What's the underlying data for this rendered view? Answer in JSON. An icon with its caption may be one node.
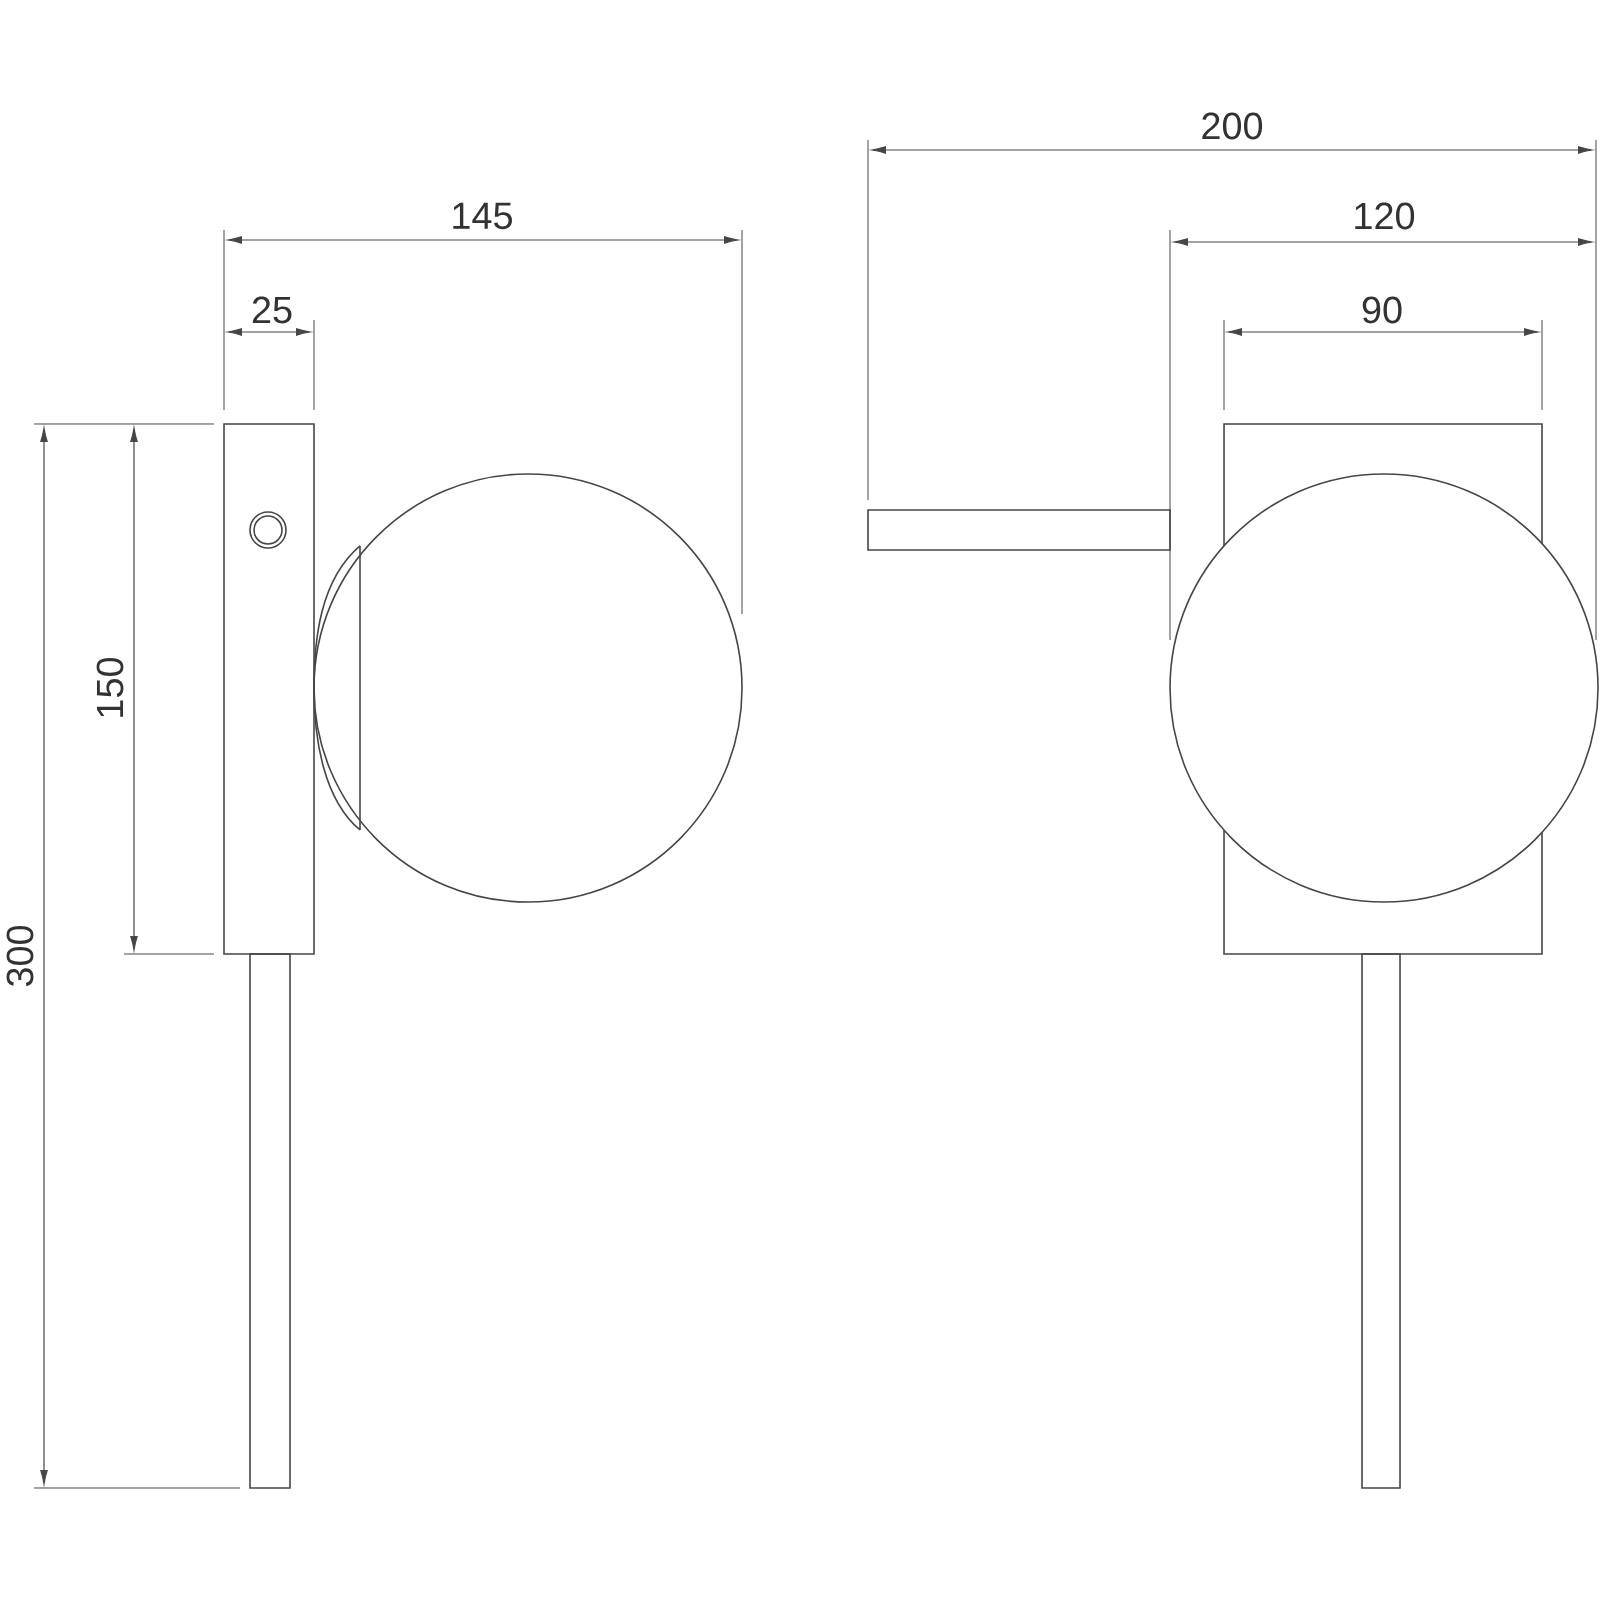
{
  "diagram": {
    "labels": [
      "200",
      "145",
      "120",
      "25",
      "90",
      "150",
      "300"
    ]
  }
}
